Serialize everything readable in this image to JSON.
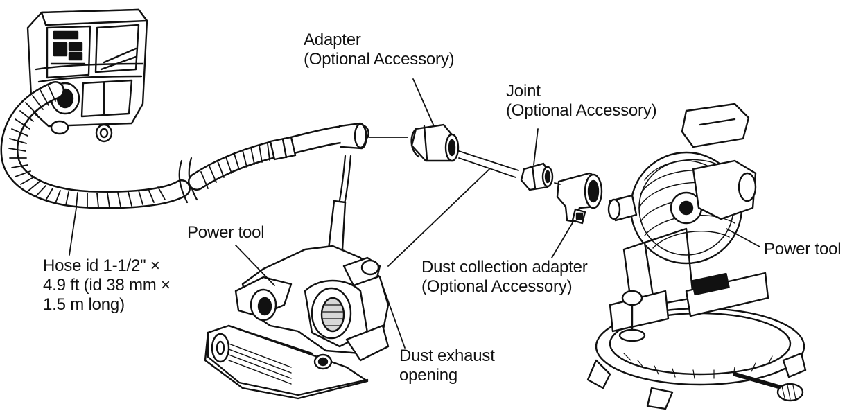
{
  "labels": {
    "adapter": {
      "line1": "Adapter",
      "line2": "(Optional Accessory)"
    },
    "joint": {
      "line1": "Joint",
      "line2": "(Optional Accessory)"
    },
    "power_tool_left": "Power tool",
    "power_tool_right": "Power tool",
    "hose": {
      "line1": "Hose id 1-1/2\" ×",
      "line2": "4.9 ft (id 38 mm ×",
      "line3": "1.5 m long)"
    },
    "dust_collection_adapter": {
      "line1": "Dust collection adapter",
      "line2": "(Optional Accessory)"
    },
    "dust_exhaust": {
      "line1": "Dust exhaust",
      "line2": "opening"
    }
  },
  "colors": {
    "ink": "#111111",
    "paper": "#ffffff",
    "shade": "#dcdcdc"
  }
}
